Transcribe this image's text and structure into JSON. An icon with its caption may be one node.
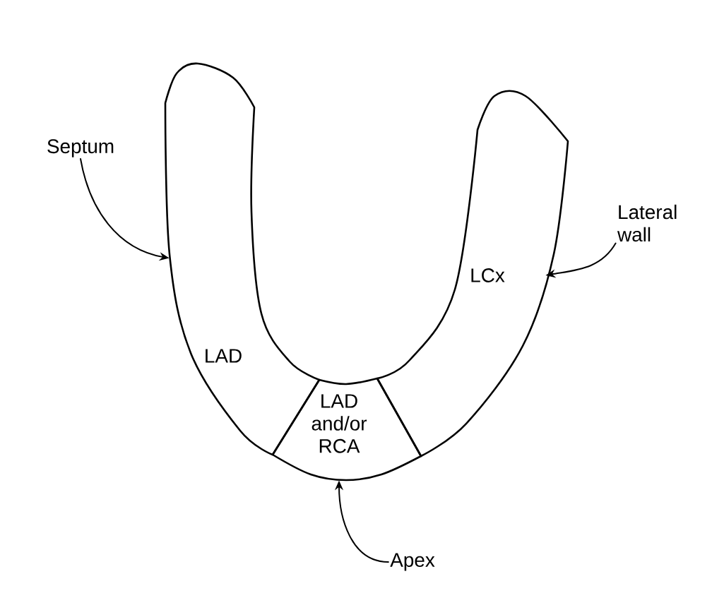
{
  "diagram": {
    "nodes": [
      {
        "text": [
          "Septum"
        ]
      },
      {
        "text": [
          "Lateral wall"
        ]
      },
      {
        "text": [
          "Apex"
        ]
      },
      {
        "text": [
          "LAD"
        ]
      },
      {
        "text": [
          "LCx"
        ]
      },
      {
        "text": [
          "LAD and/or RCA"
        ]
      }
    ],
    "edges": [
      {
        "from": 0,
        "to": 3,
        "arrow": "to"
      },
      {
        "from": 1,
        "to": 4,
        "arrow": "to"
      },
      {
        "from": 2,
        "to": 5,
        "arrow": "to"
      }
    ]
  }
}
